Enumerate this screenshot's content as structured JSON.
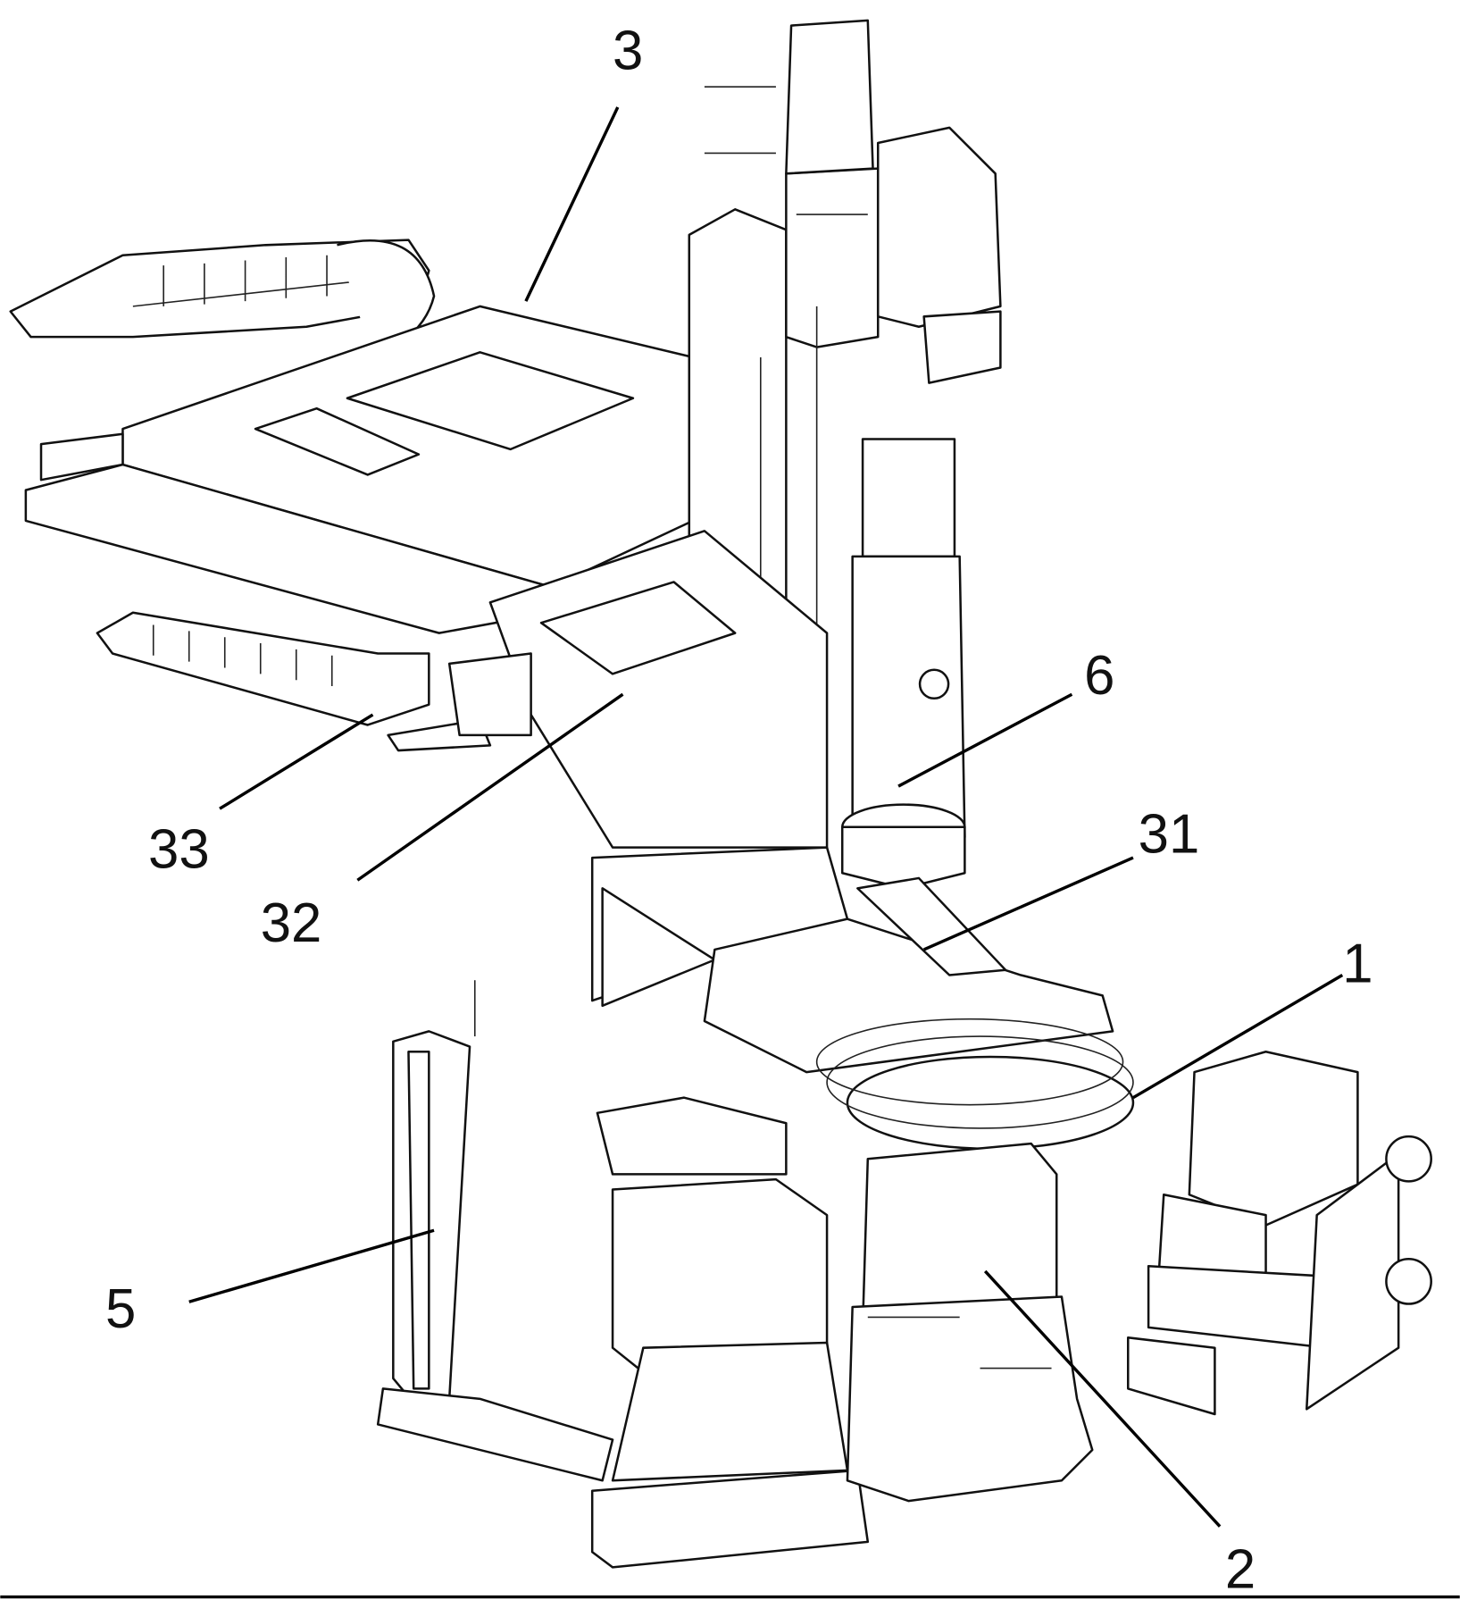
{
  "figure": {
    "labels": [
      {
        "id": "3",
        "text": "3"
      },
      {
        "id": "6",
        "text": "6"
      },
      {
        "id": "31",
        "text": "31"
      },
      {
        "id": "1",
        "text": "1"
      },
      {
        "id": "33",
        "text": "33"
      },
      {
        "id": "32",
        "text": "32"
      },
      {
        "id": "5",
        "text": "5"
      },
      {
        "id": "2",
        "text": "2"
      }
    ]
  }
}
